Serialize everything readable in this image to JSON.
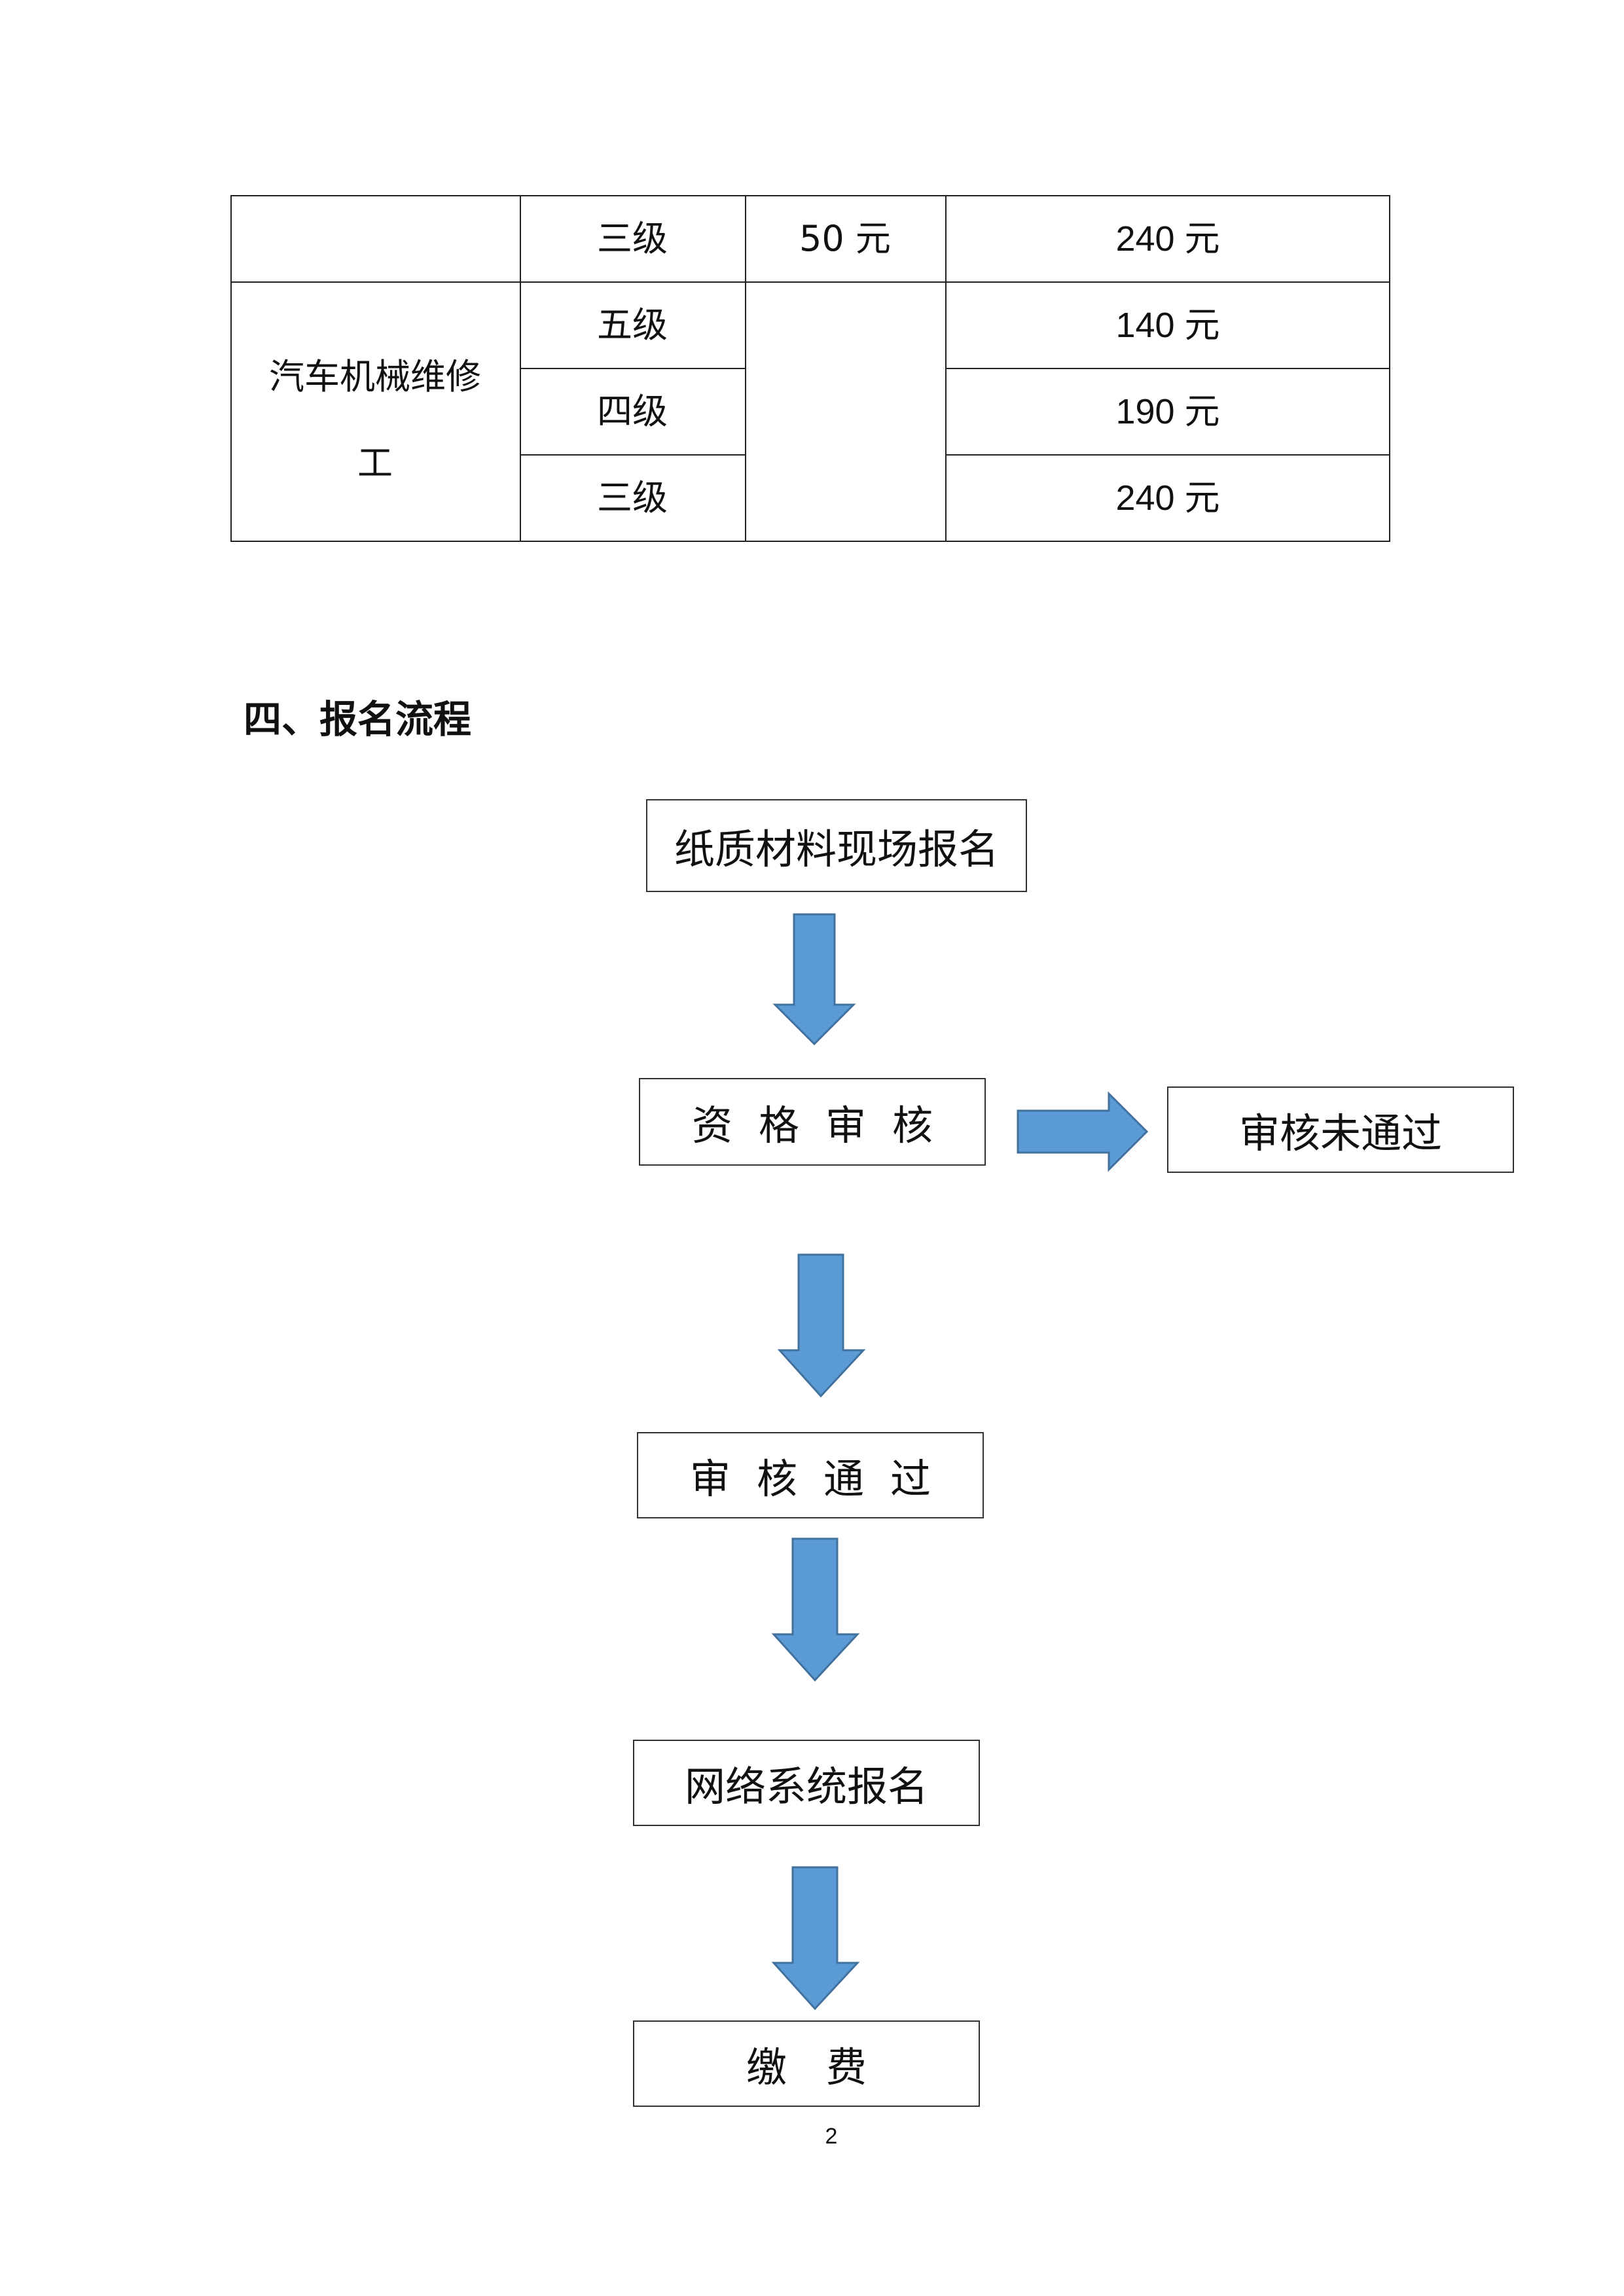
{
  "table": {
    "rows": [
      {
        "job": "",
        "level": "三级",
        "fee": "240 元"
      },
      {
        "job": "汽车机械维修工",
        "level": "五级",
        "fee": "140 元"
      },
      {
        "job": "汽车机械维修工",
        "level": "四级",
        "fee": "190 元"
      },
      {
        "job": "汽车机械维修工",
        "level": "三级",
        "fee": "240 元"
      }
    ],
    "merged_job": "汽车机械维修工",
    "merged_exam_fee": "50 元"
  },
  "section": {
    "title": "四、报名流程"
  },
  "flow": {
    "steps": [
      "纸质材料现场报名",
      "资格审核",
      "审核未通过",
      "审核通过",
      "网络系统报名",
      "缴费"
    ],
    "arrow_color": "#5b9bd5",
    "arrow_stroke": "#41719c"
  },
  "footer": {
    "page_number": "2"
  }
}
